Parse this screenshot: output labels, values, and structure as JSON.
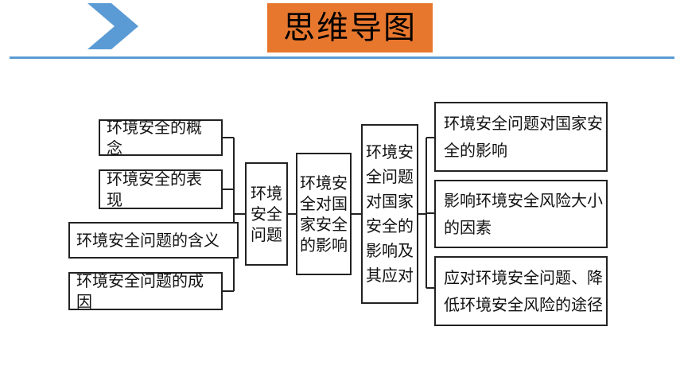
{
  "header": {
    "title": "思维导图"
  },
  "diagram": {
    "left_items": [
      "环境安全的概念",
      "环境安全的表现",
      "环境安全问题的含义",
      "环境安全问题的成因"
    ],
    "center_1": "环境\n安全\n问题",
    "center_2": "环境安\n全对国\n家安全\n的影响",
    "center_3": "环境安\n全问题\n对国家\n安全的\n影响及\n其应对",
    "right_items": [
      "环境安全问题对国家安\n全的影响",
      "影响环境安全风险大小\n的因素",
      "应对环境安全问题、降\n低环境安全风险的途径"
    ]
  }
}
